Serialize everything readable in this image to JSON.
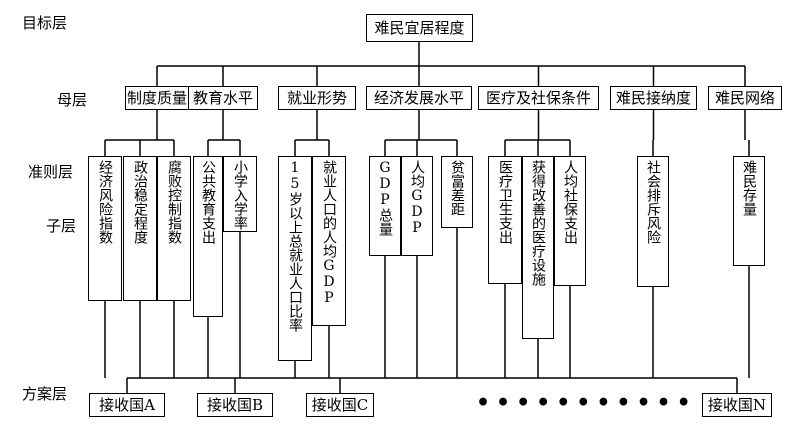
{
  "left_labels": {
    "goal": "目标层",
    "parent": "母层",
    "criterion": "准则层",
    "sub": "子层",
    "scheme": "方案层"
  },
  "goal": "难民宜居程度",
  "parents": [
    {
      "label": "制度质量",
      "children": [
        "经济风险指数",
        "政治稳定程度",
        "腐败控制指数"
      ]
    },
    {
      "label": "教育水平",
      "children": [
        "公共教育支出",
        "小学入学率"
      ]
    },
    {
      "label": "就业形势",
      "children": [
        "15岁以上总就业人口比率",
        "就业人口的人均GDP"
      ]
    },
    {
      "label": "经济发展水平",
      "children": [
        "GDP总量",
        "人均GDP",
        "贫富差距"
      ]
    },
    {
      "label": "医疗及社保条件",
      "children": [
        "医疗卫生支出",
        "获得改善的医疗设施",
        "人均社保支出"
      ]
    },
    {
      "label": "难民接纳度",
      "children": [
        "社会排斥风险"
      ]
    },
    {
      "label": "难民网络",
      "children": [
        "难民存量"
      ]
    }
  ],
  "schemes": [
    "接收国A",
    "接收国B",
    "接收国C",
    "接收国N"
  ],
  "ellipsis": "•••••••••••"
}
